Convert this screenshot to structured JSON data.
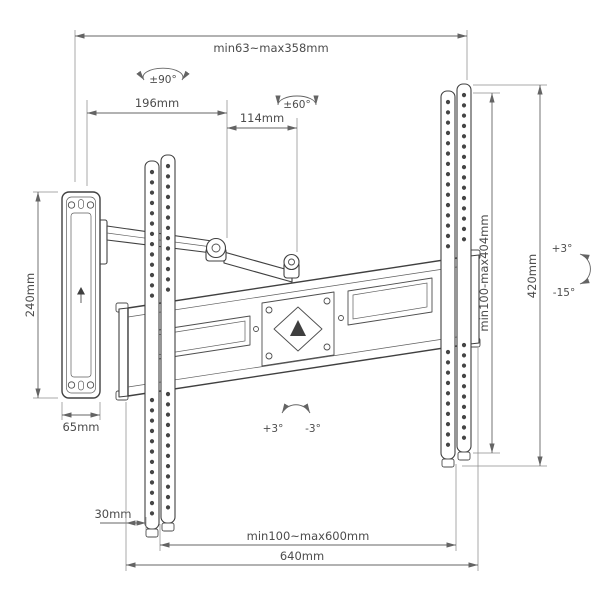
{
  "diagram": {
    "subject": "Full-motion TV wall mount — dimension drawing",
    "colors": {
      "line": "#404040",
      "dimension_line": "#646464",
      "text": "#4c4c4c",
      "background": "#ffffff"
    }
  },
  "labels": {
    "top_depth": "min63~max358mm",
    "swivel_left": "±90°",
    "swivel_right": "±60°",
    "arm_length_upper": "196mm",
    "arm_length_lower": "114mm",
    "wall_plate_height": "240mm",
    "wall_plate_width": "65mm",
    "rail_offset": "30mm",
    "vesa_width": "min100~max600mm",
    "overall_width": "640mm",
    "vesa_height": "min100-max404mm",
    "overall_height": "420mm",
    "tilt_up": "+3°",
    "tilt_down": "-15°",
    "swing_plus": "+3°",
    "swing_minus": "-3°"
  }
}
